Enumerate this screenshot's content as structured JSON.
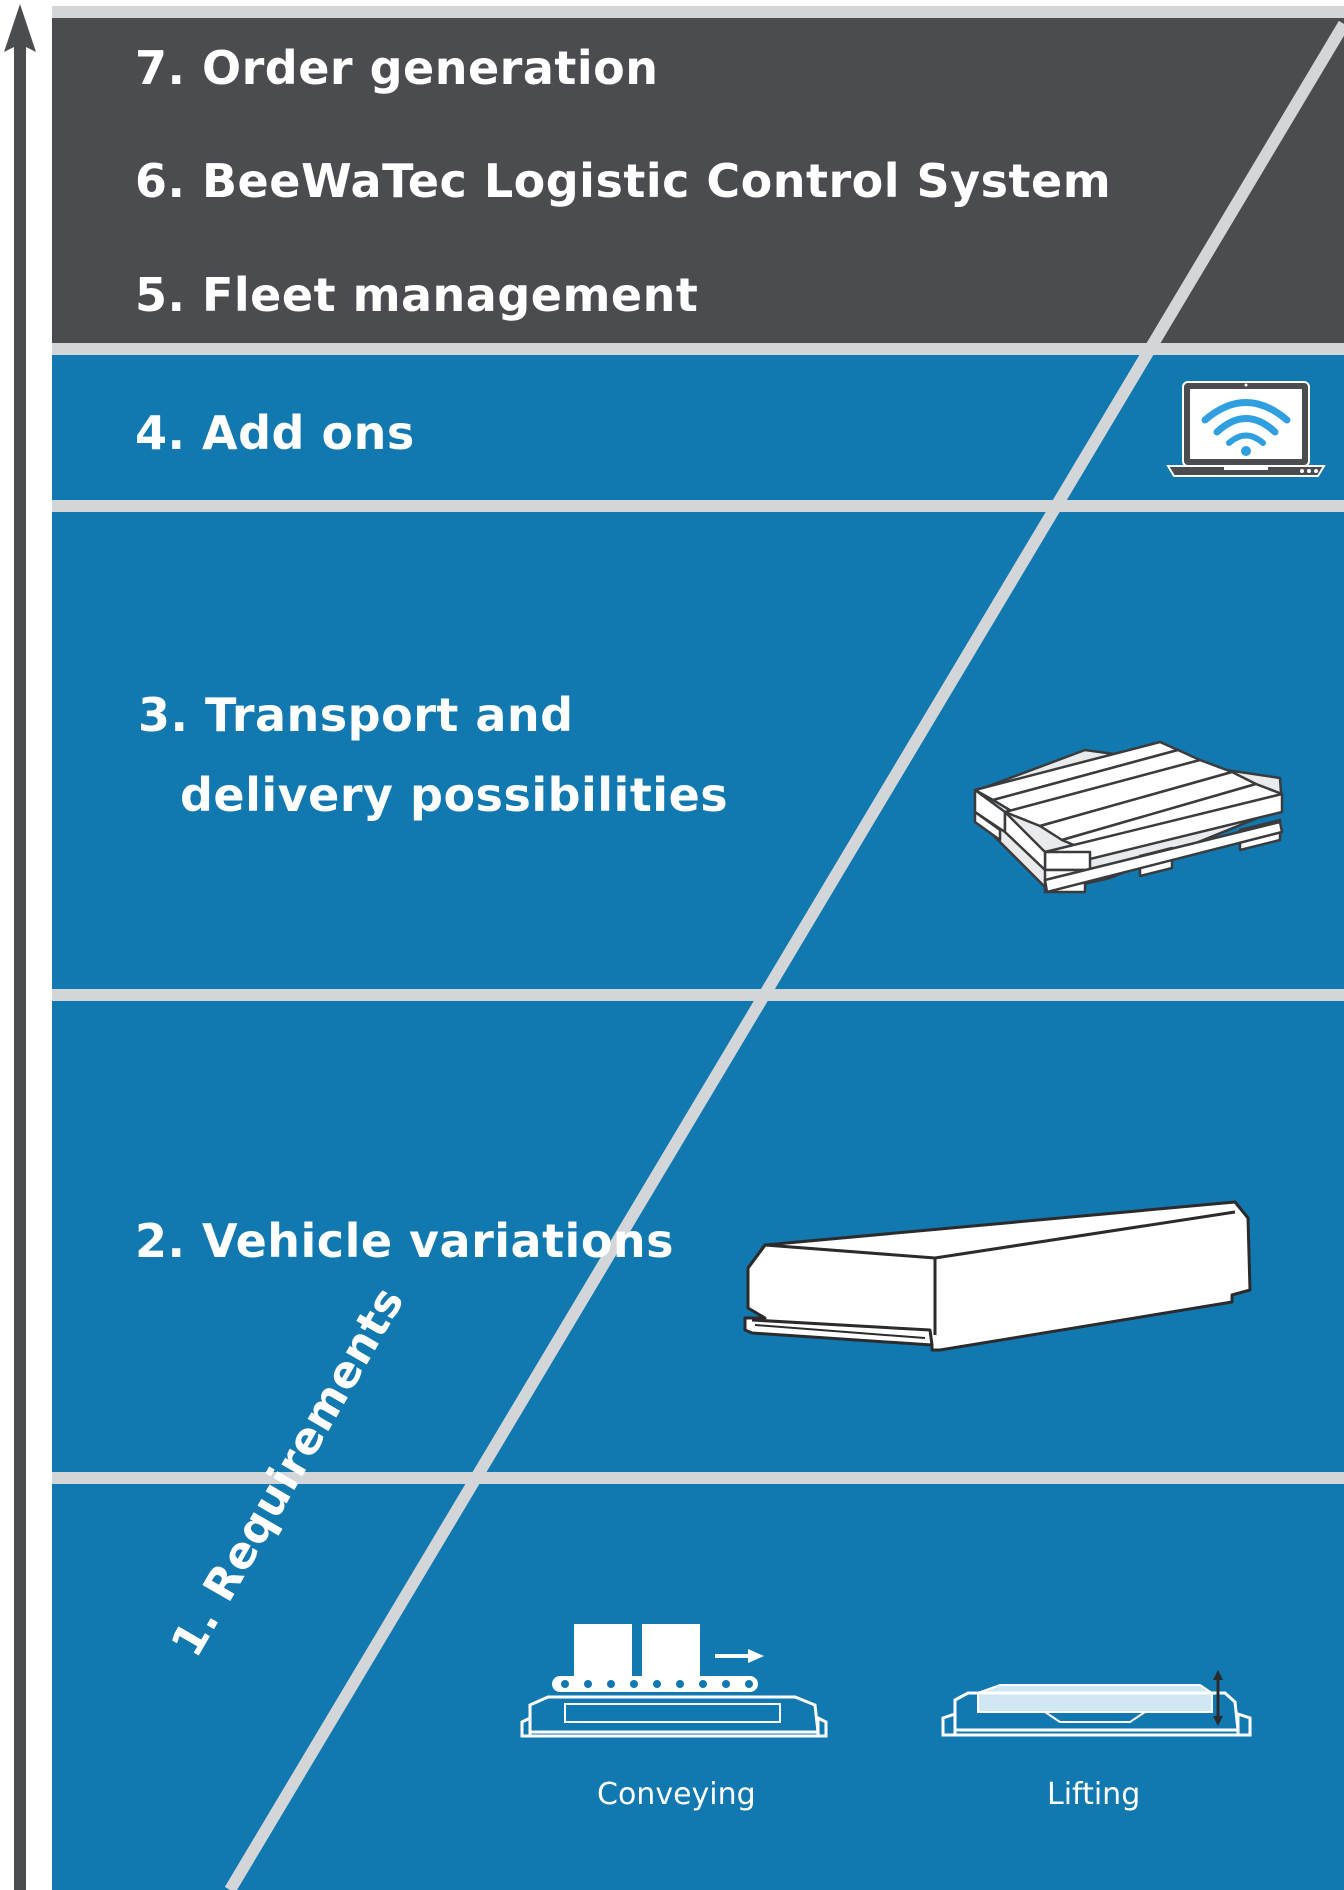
{
  "levels": {
    "l7": "7. Order generation",
    "l6": "6. BeeWaTec Logistic Control System",
    "l5": "5. Fleet management",
    "l4": "4. Add ons",
    "l3_line1": "3. Transport and",
    "l3_line2": "delivery possibilities",
    "l2": "2. Vehicle variations",
    "l1": "1. Requirements"
  },
  "captions": {
    "conveying": "Conveying",
    "lifting": "Lifting"
  },
  "colors": {
    "dark_band": "#4b4c4f",
    "blue_band": "#1278b0",
    "divider": "#d3d6d8",
    "arrow": "#4b4c4f",
    "wifi": "#2f9fe0"
  },
  "icons": {
    "axis": "up-arrow-icon",
    "add_ons": "laptop-wifi-icon",
    "transport": "pallet-icon",
    "vehicle": "agv-vehicle-icon",
    "conveying": "conveyor-agv-icon",
    "lifting": "lifting-agv-icon"
  }
}
